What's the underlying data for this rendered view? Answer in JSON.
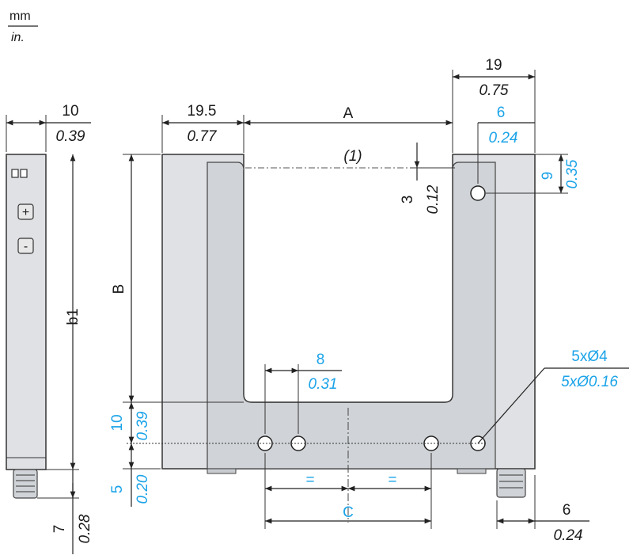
{
  "units": {
    "primary": "mm",
    "secondary": "in."
  },
  "colors": {
    "accent": "#1aa3e8",
    "body_fill": "#dfe1e4",
    "line": "#222222"
  },
  "side_view": {
    "width_mm": "10",
    "width_in": "0.39",
    "length_label": "b1",
    "connector_mm": "7",
    "connector_in": "0.28",
    "buttons": [
      "+",
      "-"
    ]
  },
  "front_view": {
    "arm_mm": "19.5",
    "arm_in": "0.77",
    "gap_label": "A",
    "arm_right_mm": "19",
    "arm_right_in": "0.75",
    "hole_offset_mm": "6",
    "hole_offset_in": "0.24",
    "note": "(1)",
    "top_gap_mm": "3",
    "top_gap_in": "0.12",
    "hole_top_mm": "9",
    "hole_top_in": "0.35",
    "height_label": "B",
    "hole_spacing_mm": "8",
    "hole_spacing_in": "0.31",
    "holes_mm": "5xØ4",
    "holes_in": "5xØ0.16",
    "bottom_mm": "10",
    "bottom_in": "0.39",
    "base_mm": "5",
    "base_in": "0.20",
    "equal_mark": "=",
    "spacing_label": "C",
    "connector_offset_mm": "6",
    "connector_offset_in": "0.24"
  }
}
